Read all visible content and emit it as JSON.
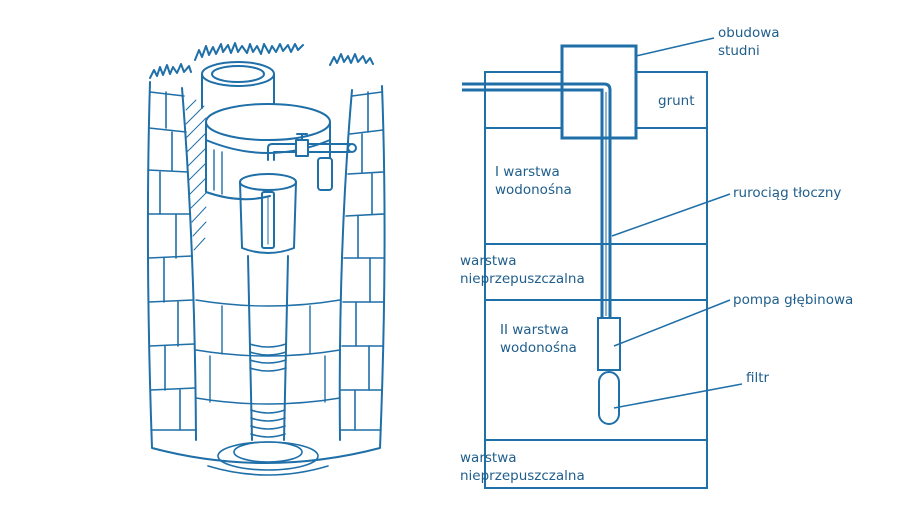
{
  "colors": {
    "line": "#1f6fa8",
    "text": "#1f5e8c",
    "background": "#ffffff"
  },
  "illustration": {
    "name": "well-cross-section-illustration"
  },
  "labels": {
    "casing": "obudowa\nstudni",
    "soil": "grunt",
    "aquifer_1": "I warstwa\nwodonośna",
    "impermeable_1": "warstwa\nnieprzepuszczalna",
    "pipeline": "rurociąg tłoczny",
    "pump": "pompa głębinowa",
    "aquifer_2": "II warstwa\nwodonośna",
    "filter": "filtr",
    "impermeable_2": "warstwa\nnieprzepuszczalna"
  }
}
